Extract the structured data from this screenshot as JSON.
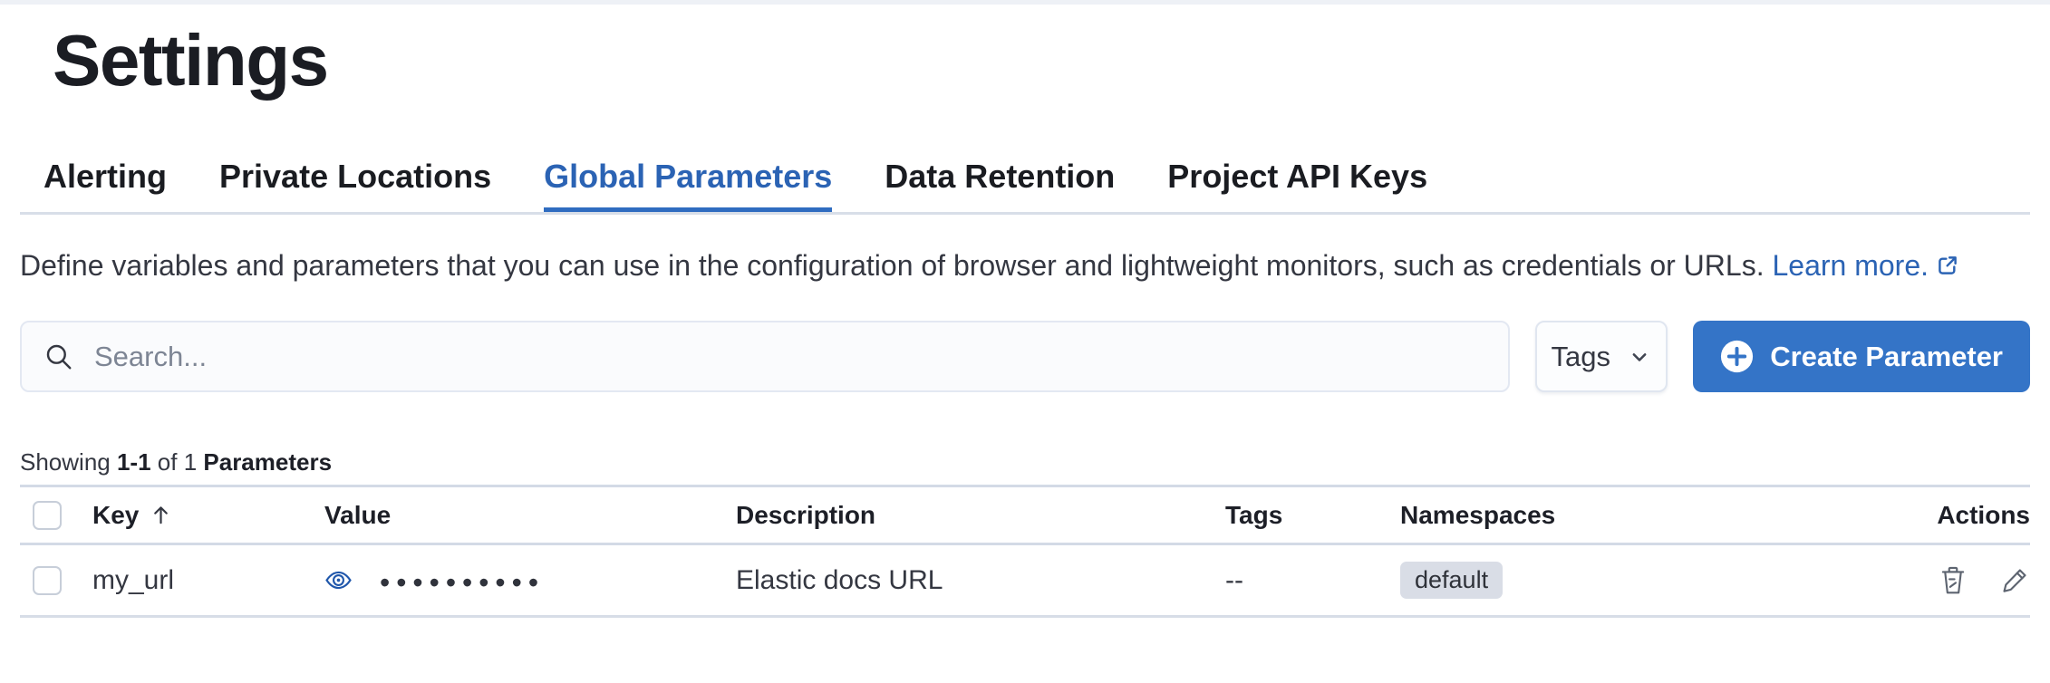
{
  "page": {
    "title": "Settings"
  },
  "tabs": [
    {
      "label": "Alerting",
      "active": false
    },
    {
      "label": "Private Locations",
      "active": false
    },
    {
      "label": "Global Parameters",
      "active": true
    },
    {
      "label": "Data Retention",
      "active": false
    },
    {
      "label": "Project API Keys",
      "active": false
    }
  ],
  "description": {
    "text": "Define variables and parameters that you can use in the configuration of browser and lightweight monitors, such as credentials or URLs.",
    "link_label": "Learn more."
  },
  "toolbar": {
    "search_placeholder": "Search...",
    "search_value": "",
    "tags_button_label": "Tags",
    "create_button_label": "Create Parameter"
  },
  "summary": {
    "prefix": "Showing",
    "shown_range": "1-1",
    "of_text": "of 1",
    "entity": "Parameters"
  },
  "table": {
    "columns": [
      "Key",
      "Value",
      "Description",
      "Tags",
      "Namespaces",
      "Actions"
    ],
    "sort": {
      "column": "Key",
      "direction": "ascending"
    },
    "rows": [
      {
        "key": "my_url",
        "value_masked": "••••••••••",
        "description": "Elastic docs URL",
        "tags": "--",
        "namespace": "default"
      }
    ]
  },
  "icons": {
    "search": "magnifier",
    "tags_dropdown": "chevron-down",
    "create": "plus-in-circle-filled",
    "learn_more": "external-link",
    "value_reveal": "eye",
    "sort": "arrow-up",
    "delete": "trash",
    "edit": "pencil"
  },
  "colors": {
    "accent_blue": "#2b63b4",
    "button_blue": "#3474c7",
    "tab_underline": "#2f6cc0",
    "badge_bg": "#d9dde6",
    "divider": "#d3dae6",
    "icon_gray": "#5d6470"
  }
}
